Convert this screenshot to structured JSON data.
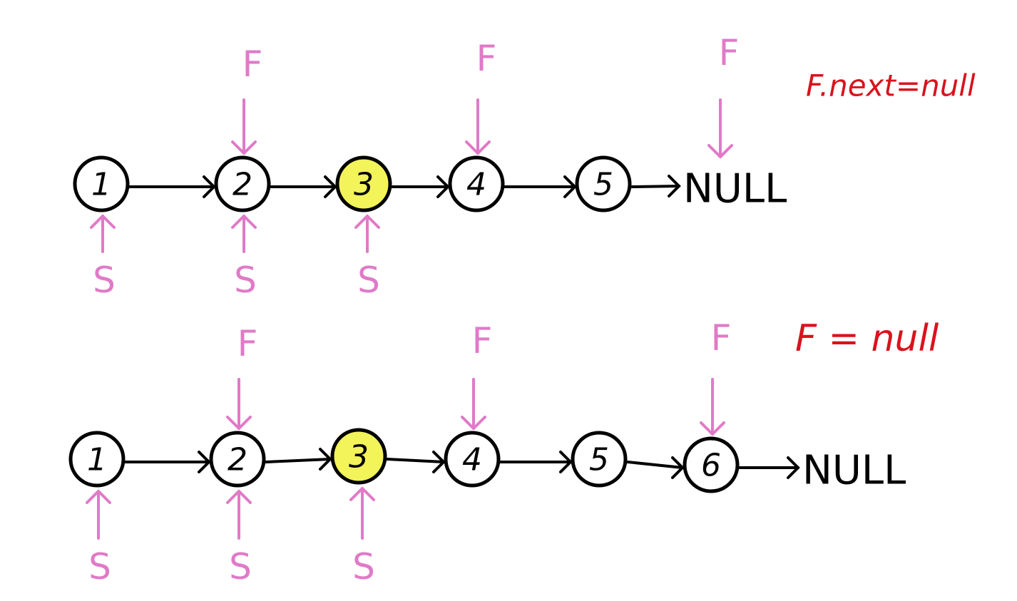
{
  "colors": {
    "node_stroke": "#000000",
    "node_highlight": "#f3f35a",
    "pointer": "#e07ac8",
    "note": "#d8131d"
  },
  "rows": [
    {
      "nodes": [
        "1",
        "2",
        "3",
        "4",
        "5"
      ],
      "highlighted_index": 2,
      "terminal": "NULL",
      "slow_pointer": {
        "label": "S",
        "positions": [
          0,
          1,
          2
        ]
      },
      "fast_pointer": {
        "label": "F",
        "positions": [
          1,
          3,
          "terminal"
        ]
      },
      "note": "F.next=null"
    },
    {
      "nodes": [
        "1",
        "2",
        "3",
        "4",
        "5",
        "6"
      ],
      "highlighted_index": 2,
      "terminal": "NULL",
      "slow_pointer": {
        "label": "S",
        "positions": [
          0,
          1,
          2
        ]
      },
      "fast_pointer": {
        "label": "F",
        "positions": [
          1,
          3,
          5
        ]
      },
      "note": "F = null"
    }
  ]
}
